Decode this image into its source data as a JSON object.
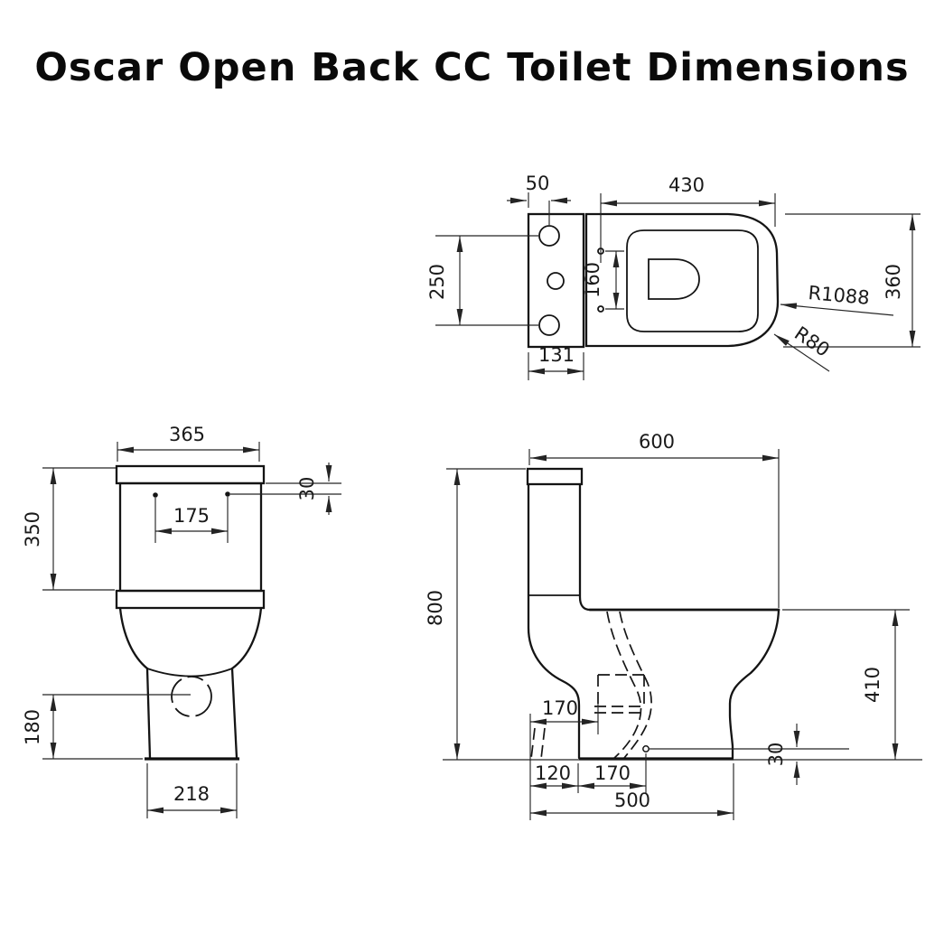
{
  "title": "Oscar Open Back CC Toilet Dimensions",
  "colors": {
    "background": "#ffffff",
    "line": "#141414",
    "dim_text": "#1a1a1a"
  },
  "top": {
    "d50": "50",
    "d430": "430",
    "d250": "250",
    "d160": "160",
    "d131": "131",
    "r1088": "R1088",
    "r80": "R80",
    "d360": "360"
  },
  "front": {
    "d365": "365",
    "d30": "30",
    "d175": "175",
    "d350": "350",
    "d180": "180",
    "d218": "218"
  },
  "side": {
    "d600": "600",
    "d800": "800",
    "d410": "410",
    "d170_trap": "170",
    "d30": "30",
    "d120": "120",
    "d170_outlet": "170",
    "d500": "500"
  }
}
